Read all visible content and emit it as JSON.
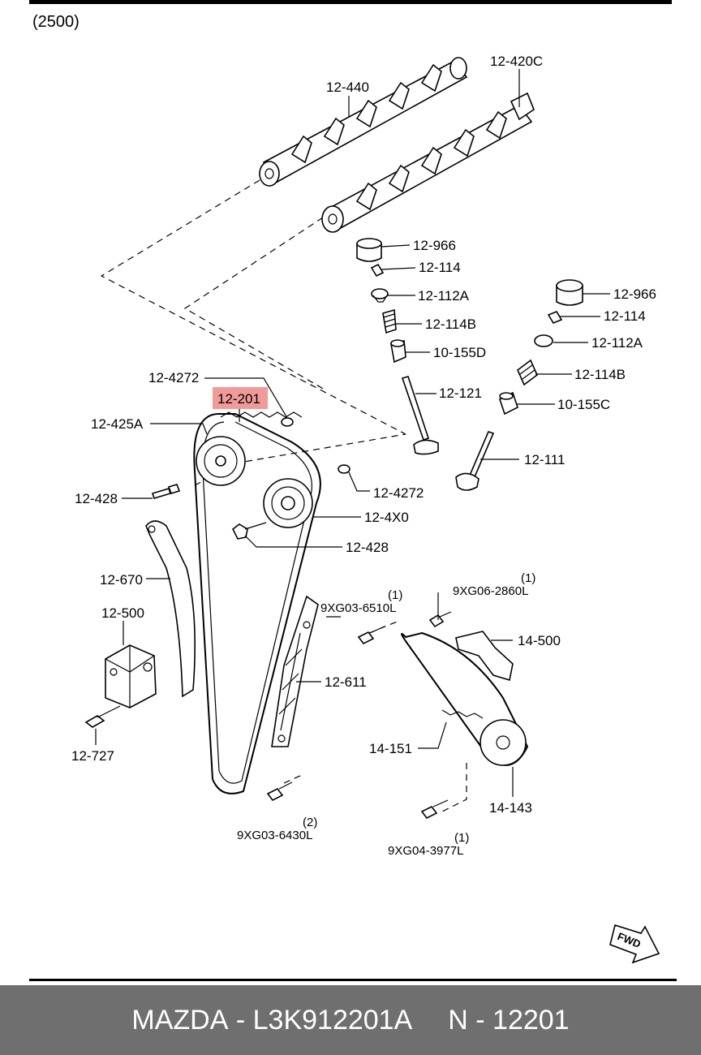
{
  "group_code": "(2500)",
  "caption": {
    "brand": "MAZDA",
    "part_number": "L3K912201A",
    "ref": "N - 12201",
    "separator": " - "
  },
  "highlight_color": "#f19a9a",
  "labels": {
    "l12_440": "12-440",
    "l12_420C": "12-420C",
    "l12_966a": "12-966",
    "l12_114a": "12-114",
    "l12_112Aa": "12-112A",
    "l12_114Ba": "12-114B",
    "l10_155D": "10-155D",
    "l12_121": "12-121",
    "l12_966b": "12-966",
    "l12_114b": "12-114",
    "l12_112Ab": "12-112A",
    "l12_114Bb": "12-114B",
    "l10_155C": "10-155C",
    "l12_111": "12-111",
    "l12_4272a": "12-4272",
    "l12_201": "12-201",
    "l12_425A": "12-425A",
    "l12_4272b": "12-4272",
    "l12_428a": "12-428",
    "l12_4X0": "12-4X0",
    "l12_428b": "12-428",
    "l12_670": "12-670",
    "l12_500": "12-500",
    "l12_727": "12-727",
    "l12_611": "12-611",
    "l9XG03_6510L": "9XG03-6510L",
    "l9XG06_2860L": "9XG06-2860L",
    "l14_500": "14-500",
    "l14_151": "14-151",
    "l14_143": "14-143",
    "l9XG03_6430L": "9XG03-6430L",
    "l9XG04_3977L": "9XG04-3977L",
    "fwd": "FWD"
  },
  "quantities": {
    "q9XG03_6510L": "(1)",
    "q9XG06_2860L": "(1)",
    "q9XG03_6430L": "(2)",
    "q9XG04_3977L": "(1)"
  }
}
